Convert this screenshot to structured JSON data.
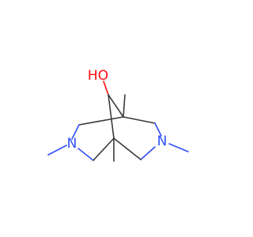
{
  "molecule": {
    "atoms": [
      {
        "id": "O1",
        "element": "O",
        "label": "HO",
        "color": "#ff0d0d"
      },
      {
        "id": "N1",
        "element": "N",
        "label": "N",
        "color": "#3050f8"
      },
      {
        "id": "N2",
        "element": "N",
        "label": "N",
        "color": "#3050f8"
      }
    ],
    "bond_color": "#3a3a3a"
  }
}
